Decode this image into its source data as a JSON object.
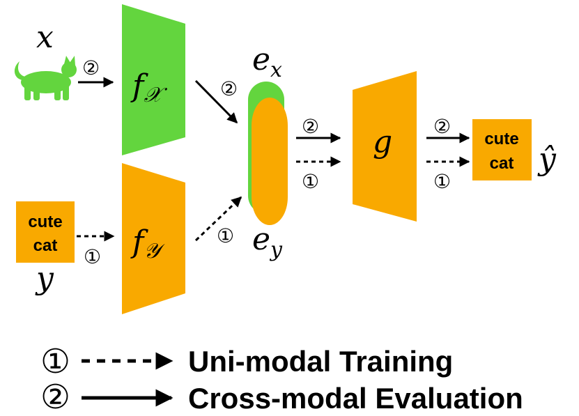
{
  "colors": {
    "green": "#63d53e",
    "orange": "#f9a900",
    "black": "#000000"
  },
  "icons": {
    "cat": "cat-silhouette-icon"
  },
  "labels": {
    "x": "x",
    "y": "y",
    "f_x_base": "f",
    "f_x_sub": "𝒳",
    "f_y_base": "f",
    "f_y_sub": "𝒴",
    "e_x_base": "e",
    "e_x_sub": "x",
    "e_y_base": "e",
    "e_y_sub": "y",
    "g": "g",
    "y_hat": "ŷ"
  },
  "text_boxes": {
    "input_line1": "cute",
    "input_line2": "cat",
    "output_line1": "cute",
    "output_line2": "cat"
  },
  "markers": {
    "one": "①",
    "two": "②"
  },
  "legend": {
    "item1_marker": "①",
    "item1_label": "Uni-modal Training",
    "item2_marker": "②",
    "item2_label": "Cross-modal Evaluation"
  }
}
